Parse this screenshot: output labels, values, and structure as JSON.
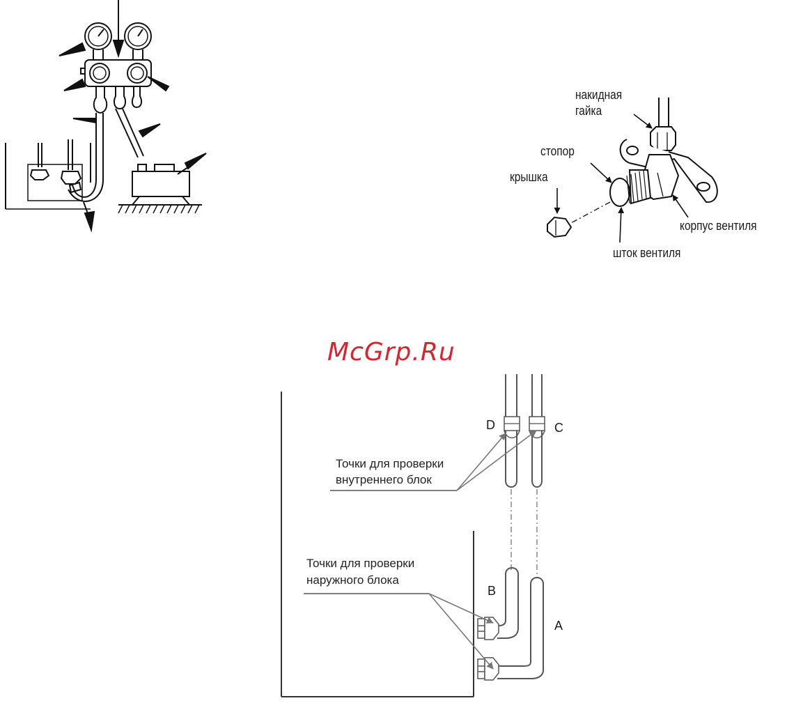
{
  "watermark": "McGrp.Ru",
  "valve_labels": {
    "flare_nut_line1": "накидная",
    "flare_nut_line2": "гайка",
    "stopper": "стопор",
    "cap": "крышка",
    "valve_body": "корпус вентиля",
    "valve_stem": "шток вентиля"
  },
  "diagram_labels": {
    "indoor_line1": "Точки для проверки",
    "indoor_line2": "внутреннего блок",
    "outdoor_line1": "Точки для проверки",
    "outdoor_line2": "наружного блока",
    "point_a": "A",
    "point_b": "B",
    "point_c": "C",
    "point_d": "D"
  }
}
